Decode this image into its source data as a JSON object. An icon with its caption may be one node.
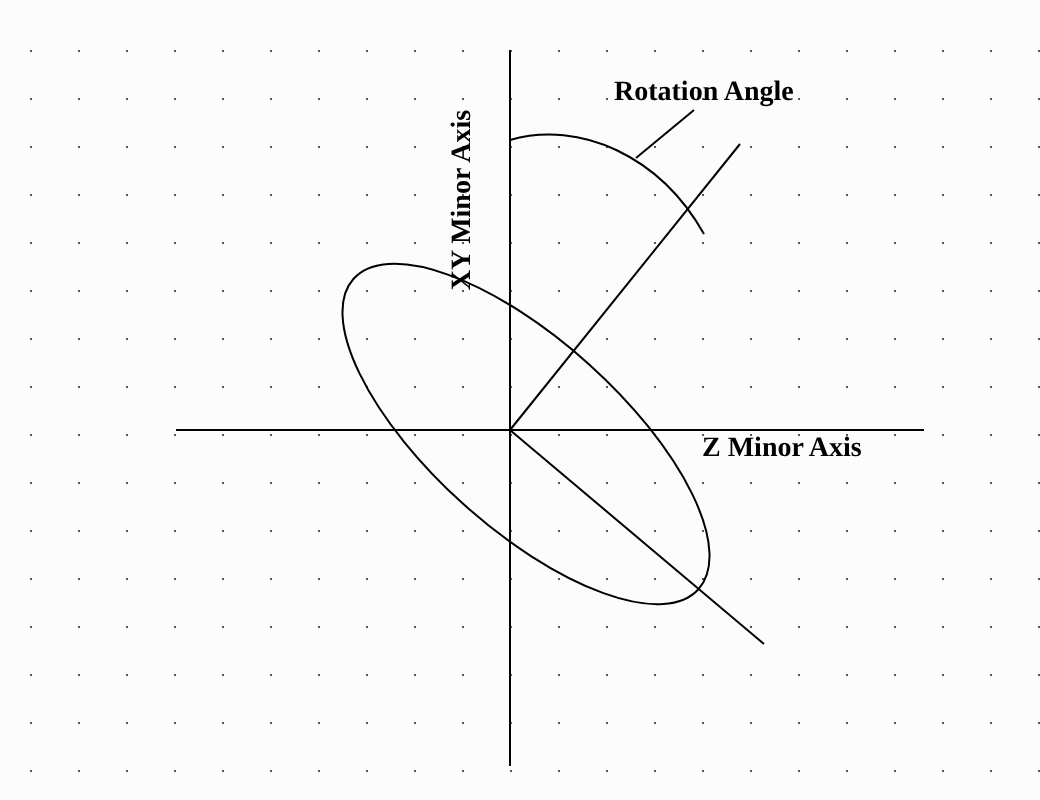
{
  "diagram": {
    "nodes": [
      {
        "text": [
          "Rotation Angle"
        ]
      },
      {
        "text": [],
        "shape": "arc"
      }
    ],
    "edges": [
      {
        "from": 0,
        "to": 1,
        "arrow": "none"
      }
    ],
    "labels": [
      "XY Minor Axis",
      "Z Minor Axis"
    ]
  }
}
